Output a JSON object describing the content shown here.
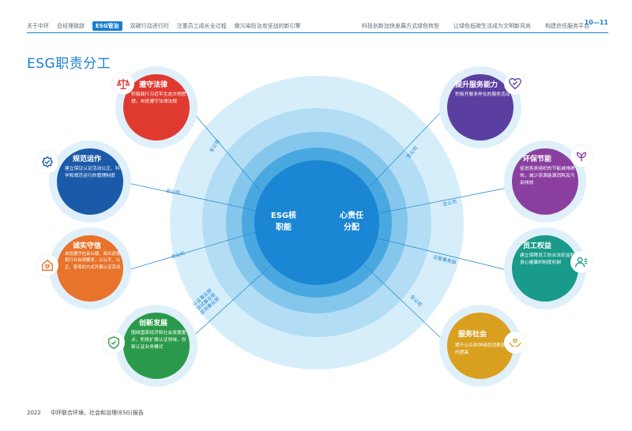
{
  "nav": {
    "left": [
      "关于中环",
      "总经理致辞",
      "ESG管治",
      "双碳行动进行时",
      "注重员工成长全过程",
      "做污染防治攻坚战的新引擎"
    ],
    "active_index": 2,
    "right": [
      "科技创新加快发展方式绿色转型",
      "让绿色低碳生活成为文明新风尚",
      "构建信任服务平台"
    ],
    "page": "10—11"
  },
  "title": "ESG职责分工",
  "center": {
    "left_text": "ESG核\n职能",
    "right_text": "心责任\n分配"
  },
  "line_labels": {
    "l1": "全公司",
    "l2": "全公司",
    "l3": "全公司",
    "l4": "认证事业部\n测试事业部\n咨询事业部",
    "r1": "全公司",
    "r2": "全公司",
    "r3": "企管事务部",
    "r4": "全公司"
  },
  "cards": {
    "c1": {
      "title": "遵守法律",
      "body": "积极践行习近平生态文明思想，自觉遵守法律法规",
      "icon": "scale-icon",
      "color": "#e03a30"
    },
    "c2": {
      "title": "规范运作",
      "body": "建立保证认证活动公正、科学和规范运行的管理制度",
      "icon": "badge-check-icon",
      "color": "#1a5aa8"
    },
    "c3": {
      "title": "诚实守信",
      "body": "自觉遵守社会公德、商业道德和行业自律要求，以公平、公正、客观的方式开展认证活动",
      "icon": "home-heart-icon",
      "color": "#e8732a"
    },
    "c4": {
      "title": "创新发展",
      "body": "围绕国家经济和社会发展重点，积极扩展认证领域，创新认证业务模式",
      "icon": "shield-check-icon",
      "color": "#2a9a4a"
    },
    "c5": {
      "title": "提升服务能力",
      "body": "积极开展多样化的服务活动",
      "icon": "heart-icon",
      "color": "#5a3fa0"
    },
    "c6": {
      "title": "环保节能",
      "body": "促进各类组织的节能减排绩效，减少资源能源消耗及污染排放",
      "icon": "leaf-icon",
      "color": "#8a3fa0"
    },
    "c7": {
      "title": "员工权益",
      "body": "建立保障员工的合法权益和身心健康的制度机制",
      "icon": "person-icon",
      "color": "#1a9a8a"
    },
    "c8": {
      "title": "服务社会",
      "body": "提升公众科学绿色消费意识的提高",
      "icon": "hands-heart-icon",
      "color": "#d9a020"
    }
  },
  "footer": {
    "year": "2022",
    "text": "中环联合环境、社会和治理(ESG)报告"
  }
}
